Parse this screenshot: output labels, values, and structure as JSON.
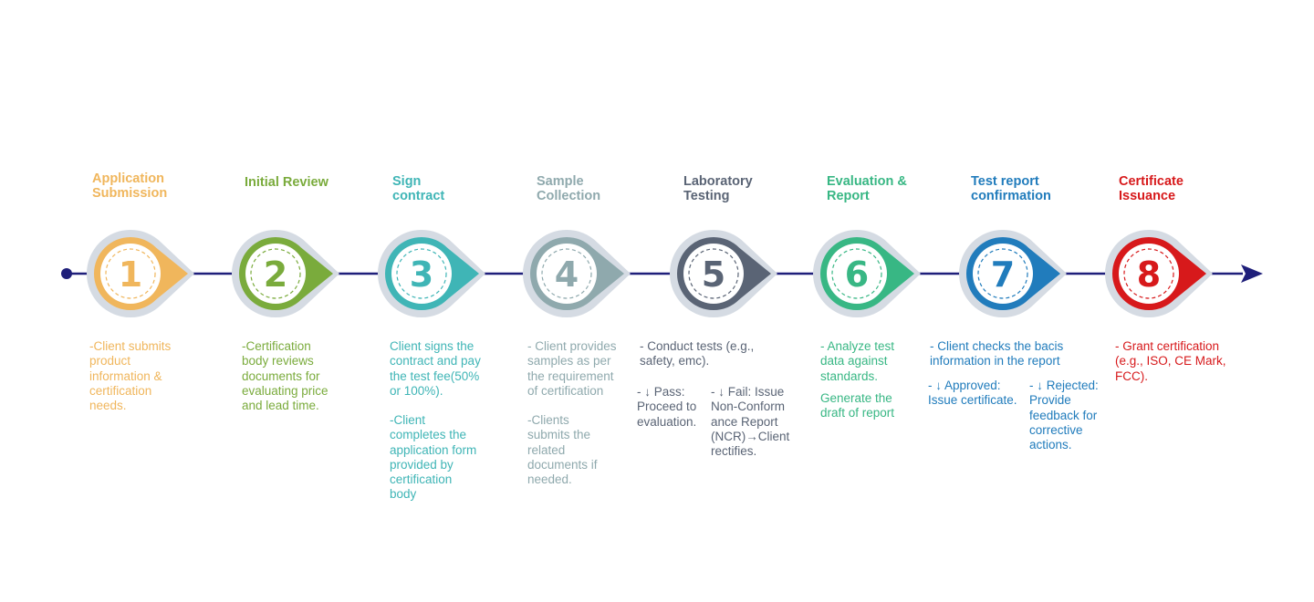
{
  "colors": {
    "line": "#1f1f7a",
    "halo": "#d5dbe3",
    "steps": [
      "#f0b65c",
      "#7aab3c",
      "#3fb5b6",
      "#8fa9ad",
      "#5a6475",
      "#38b784",
      "#217cbc",
      "#d7191b"
    ]
  },
  "steps": [
    {
      "number": "1",
      "title": "Application\n Submission",
      "desc": [
        " -Client submits\nproduct\ninformation &\ncertification\nneeds."
      ]
    },
    {
      "number": "2",
      "title": "Initial Review",
      "desc": [
        "  -Certification\nbody reviews\ndocuments for\nevaluating price\nand lead time."
      ]
    },
    {
      "number": "3",
      "title": "Sign\ncontract",
      "desc": [
        "Client signs the\ncontract and pay\nthe test fee(50%\nor 100%).",
        "  -Client\ncompletes the\napplication form\nprovided by\ncertification\nbody"
      ]
    },
    {
      "number": "4",
      "title": "Sample\nCollection",
      "desc": [
        " - Client provides\nsamples as per\nthe requirement\nof certification",
        "  -Clients\nsubmits the\nrelated\ndocuments if\nneeded."
      ]
    },
    {
      "number": "5",
      "title": "Laboratory\nTesting",
      "desc": [
        " - Conduct tests (e.g.,\nsafety, emc).",
        " - ↓ Pass:\nProceed to\nevaluation.",
        "- ↓ Fail: Issue\nNon-Conform\nance Report\n(NCR)→Client\nrectifies."
      ]
    },
    {
      "number": "6",
      "title": "Evaluation &\nReport",
      "desc": [
        "- Analyze test\ndata against\nstandards.",
        "Generate the\ndraft of report"
      ]
    },
    {
      "number": "7",
      "title": "Test report\nconfirmation",
      "desc": [
        " - Client checks the bacis\ninformation in the report",
        " - ↓ Approved:\nIssue certificate.",
        "- ↓ Rejected:\nProvide\nfeedback for\ncorrective\nactions."
      ]
    },
    {
      "number": "8",
      "title": "Certificate\nIssuance",
      "desc": [
        "  - Grant certification\n(e.g., ISO, CE Mark,\nFCC)."
      ]
    }
  ]
}
